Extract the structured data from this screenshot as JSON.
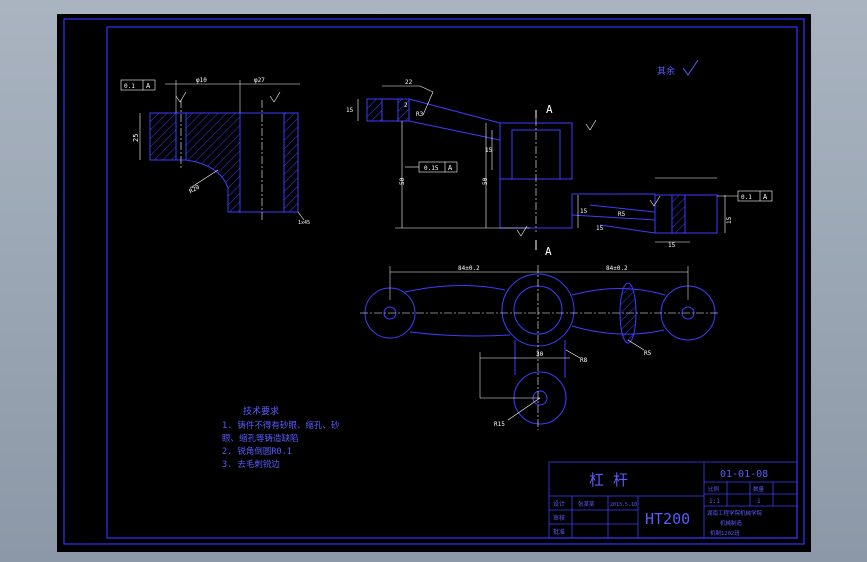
{
  "colors": {
    "background": "#000000",
    "frame": "#3333ff",
    "outline": "#3d3dff",
    "dim": "#ffffff",
    "hatch": "#3d3dff",
    "text_blue": "#5a5aff"
  },
  "labels": {
    "roughness_note": "其余",
    "section_mark": "A",
    "section_mark_bottom": "A",
    "datum_a": "A",
    "datum_b": "A",
    "datum_c": "A",
    "tol_flat_left": "0.1",
    "tol_flat_right": "0.1",
    "tol_perp": "0.15",
    "dim_top_a": "φ10",
    "dim_top_b": "φ27",
    "dim_h25": "25",
    "dim_r20": "R20",
    "dim_15a": "15",
    "dim_22": "22",
    "dim_r3": "R3",
    "dim_2": "2",
    "dim_15b": "15",
    "dim_50a": "50",
    "dim_50b": "50",
    "dim_15c": "15",
    "dim_r5": "R5",
    "dim_15d": "15",
    "dim_15e": "15",
    "dim_15f": "15",
    "dim_84a": "84±0.2",
    "dim_84b": "84±0.2",
    "dim_30": "30",
    "dim_r15": "R15",
    "dim_r5b": "R5",
    "dim_r8": "R8"
  },
  "requirements": {
    "heading": "技术要求",
    "line1": "1. 铸件不得有砂眼、缩孔、砂",
    "line2": "眼、缩孔等铸造缺陷",
    "line3": "2. 锐角倒圆R0.1",
    "line4": "3. 去毛刺锐边"
  },
  "title_block": {
    "part_name": "杠    杆",
    "drawing_no": "01-01-08",
    "material": "HT200",
    "scale_label": "比例",
    "qty_label": "数量",
    "scale_value": "1:1",
    "qty_value": "1",
    "designer_label": "设计",
    "checker_label": "审核",
    "approver_label": "批准",
    "designer_name": "张某某",
    "design_date": "2013.5.10",
    "school": "湖南工程学院机械学院",
    "department": "机械制造",
    "class_name": "机制1202班"
  }
}
